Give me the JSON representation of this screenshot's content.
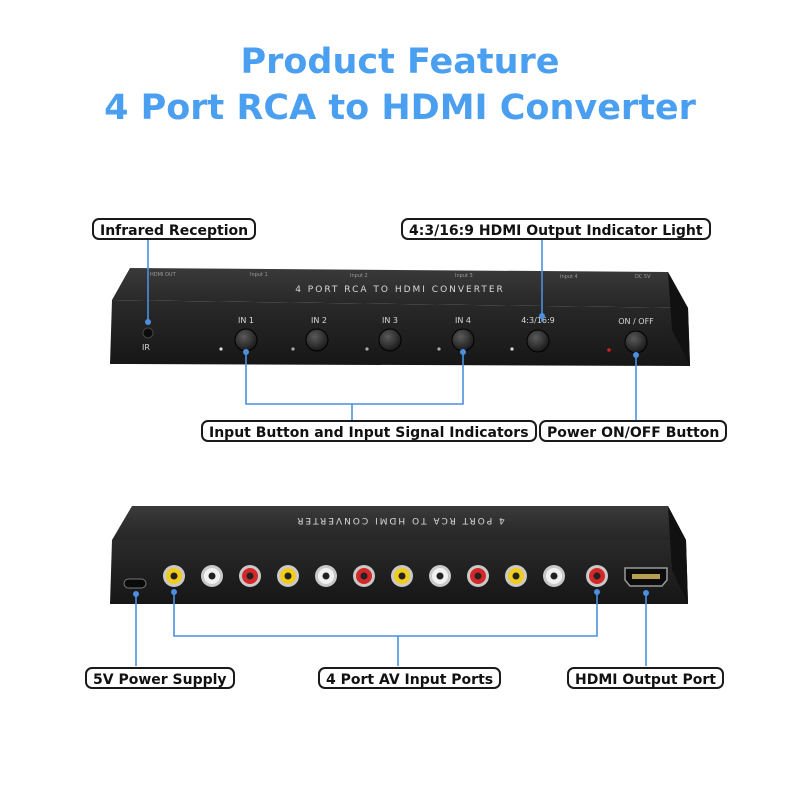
{
  "header": {
    "title_line1": "Product Feature",
    "title_line2": "4 Port RCA to HDMI Converter"
  },
  "colors": {
    "accent": "#4a9ff0",
    "line": "#4a8fe0",
    "device": "#1e1e1e"
  },
  "front_panel": {
    "brand_text": "4 PORT RCA TO HDMI CONVERTER",
    "ir_label": "IR",
    "buttons": [
      "IN 1",
      "IN 2",
      "IN 3",
      "IN 4",
      "4:3/16:9",
      "ON / OFF"
    ],
    "callouts": {
      "infrared": "Infrared Reception",
      "aspect": "4:3/16:9 HDMI Output Indicator Light",
      "inputs": "Input Button and Input Signal Indicators",
      "power": "Power ON/OFF Button"
    }
  },
  "rear_panel": {
    "brand_text": "4 PORT RCA TO HDMI CONVERTER",
    "callouts": {
      "power_supply": "5V Power Supply",
      "av_inputs": "4 Port AV Input Ports",
      "hdmi_out": "HDMI Output Port"
    }
  }
}
